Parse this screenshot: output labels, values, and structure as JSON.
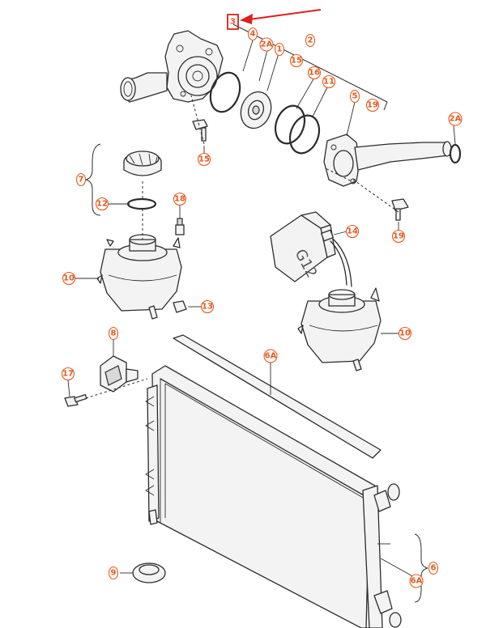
{
  "callouts": {
    "c1": "1",
    "c2": "2",
    "c2A_top": "2A",
    "c2A_right": "2A",
    "c3": "3",
    "c4": "4",
    "c5": "5",
    "c6": "6",
    "c6A_top": "6A",
    "c6A_right": "6A",
    "c7": "7",
    "c8": "8",
    "c9": "9",
    "c10_left": "10",
    "c10_right": "10",
    "c11": "11",
    "c12": "12",
    "c13": "13",
    "c14": "14",
    "c15_top": "15",
    "c15_bolt": "15",
    "c16": "16",
    "c17": "17",
    "c18": "18",
    "c19_top": "19",
    "c19_bolt": "19"
  },
  "bottle_label": "G12",
  "colors": {
    "callout": "#e55a1e",
    "highlight": "#e11d1d",
    "line": "#2c2c2c"
  },
  "icons": {
    "highlight_arrow": "red-arrow-icon"
  }
}
